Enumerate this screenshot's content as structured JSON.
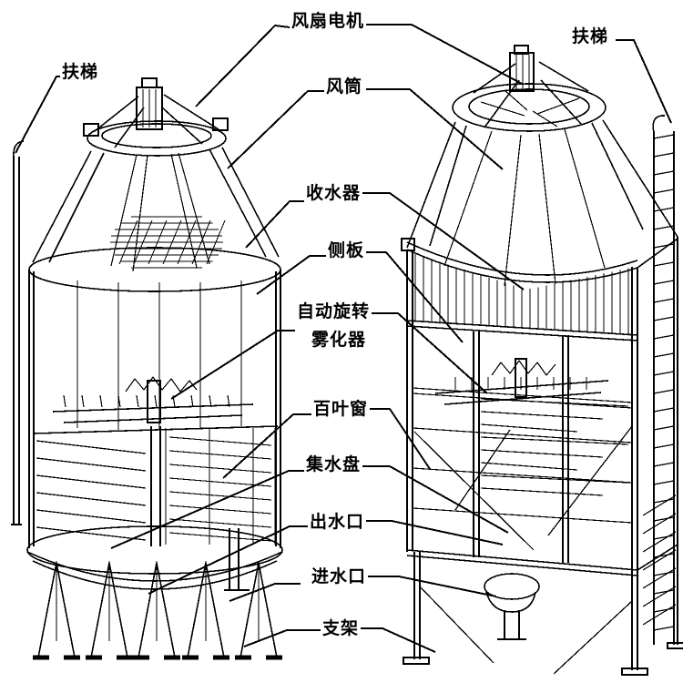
{
  "figure": {
    "type": "technical-line-diagram",
    "subject": "two cooling towers (round bottle type and square type) with part callout labels",
    "background_color": "#ffffff",
    "line_color": "#000000"
  },
  "labels": {
    "fan_motor": "风扇电机",
    "ladder_left": "扶梯",
    "ladder_right": "扶梯",
    "fan_cylinder": "风筒",
    "water_collector": "收水器",
    "side_panel": "侧板",
    "auto_rotating": "自动旋转",
    "atomizer": "雾化器",
    "louver": "百叶窗",
    "water_basin": "集水盘",
    "water_outlet": "出水口",
    "water_inlet": "进水口",
    "support": "支架"
  }
}
